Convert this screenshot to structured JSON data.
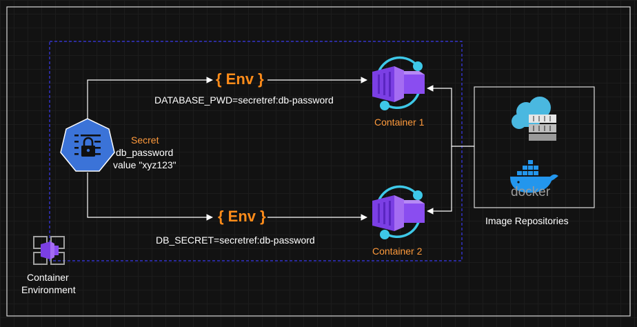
{
  "secret": {
    "title": "Secret",
    "name": "db_password",
    "value": "value \"xyz123\""
  },
  "env1": {
    "label": "{ Env }",
    "mapping": "DATABASE_PWD=secretref:db-password"
  },
  "env2": {
    "label": "{ Env }",
    "mapping": "DB_SECRET=secretref:db-password"
  },
  "containers": [
    {
      "label": "Container 1"
    },
    {
      "label": "Container 2"
    }
  ],
  "repositories": {
    "label": "Image Repositories",
    "docker_text": "docker"
  },
  "environment": {
    "label_line1": "Container",
    "label_line2": "Environment"
  },
  "colors": {
    "accent_orange": "#ff8c1a",
    "container_purple": "#7b3fe4",
    "cyan": "#3ec8e8",
    "kube_blue": "#3b73d8",
    "docker_blue": "#2396ed"
  }
}
